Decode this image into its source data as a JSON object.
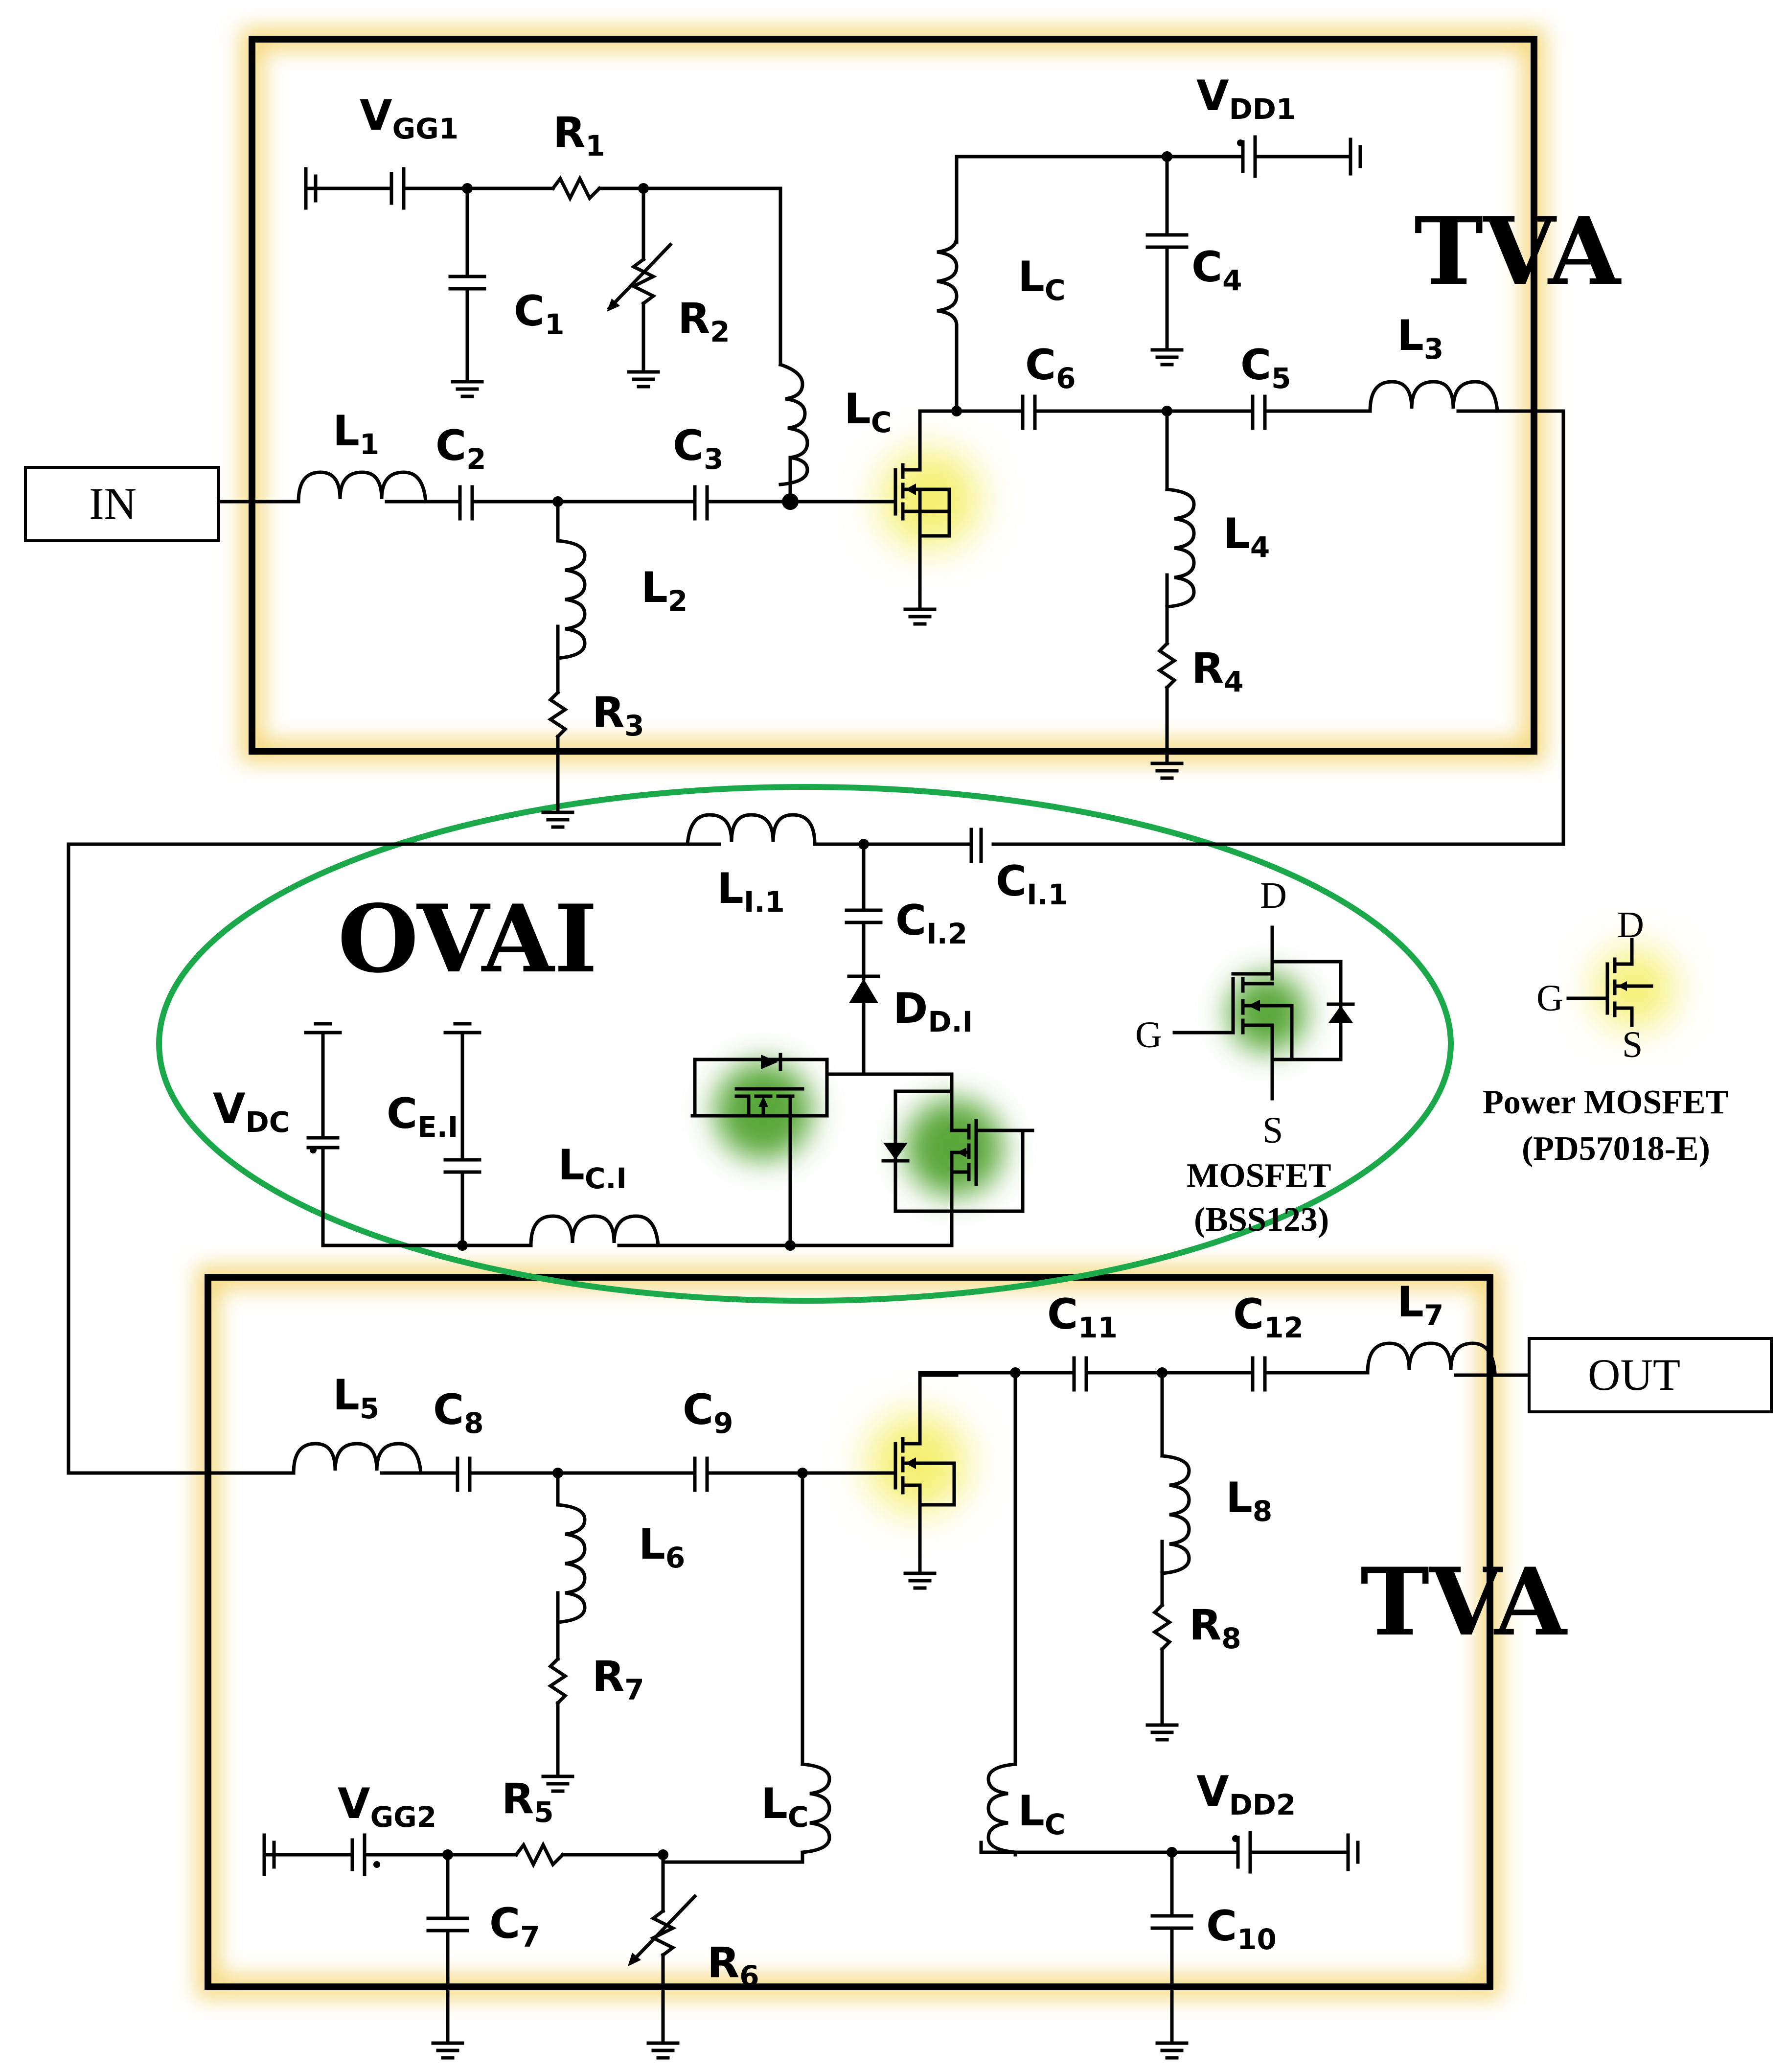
{
  "blocks": {
    "top_title": "TVA",
    "bottom_title": "TVA",
    "interface_title": "OVAI"
  },
  "ports": {
    "input": "IN",
    "output": "OUT"
  },
  "components": {
    "VGG1": {
      "main": "V",
      "sub": "GG1"
    },
    "R1": {
      "main": "R",
      "sub": "1"
    },
    "VDD1": {
      "main": "V",
      "sub": "DD1"
    },
    "C1": {
      "main": "C",
      "sub": "1"
    },
    "R2": {
      "main": "R",
      "sub": "2"
    },
    "LC_a": {
      "main": "L",
      "sub": "C"
    },
    "C4": {
      "main": "C",
      "sub": "4"
    },
    "LC_b": {
      "main": "L",
      "sub": "C"
    },
    "C6": {
      "main": "C",
      "sub": "6"
    },
    "C5": {
      "main": "C",
      "sub": "5"
    },
    "L3": {
      "main": "L",
      "sub": "3"
    },
    "L1": {
      "main": "L",
      "sub": "1"
    },
    "C2": {
      "main": "C",
      "sub": "2"
    },
    "C3": {
      "main": "C",
      "sub": "3"
    },
    "L2": {
      "main": "L",
      "sub": "2"
    },
    "L4": {
      "main": "L",
      "sub": "4"
    },
    "R4": {
      "main": "R",
      "sub": "4"
    },
    "R3": {
      "main": "R",
      "sub": "3"
    },
    "LI1": {
      "main": "L",
      "sub": "I.1"
    },
    "CI1": {
      "main": "C",
      "sub": "I.1"
    },
    "CI2": {
      "main": "C",
      "sub": "I.2"
    },
    "DDI": {
      "main": "D",
      "sub": "D.I"
    },
    "VDC": {
      "main": "V",
      "sub": "DC"
    },
    "CEI": {
      "main": "C",
      "sub": "E.I"
    },
    "LCI": {
      "main": "L",
      "sub": "C.I"
    },
    "C11": {
      "main": "C",
      "sub": "11"
    },
    "C12": {
      "main": "C",
      "sub": "12"
    },
    "L7": {
      "main": "L",
      "sub": "7"
    },
    "L5": {
      "main": "L",
      "sub": "5"
    },
    "C8": {
      "main": "C",
      "sub": "8"
    },
    "C9": {
      "main": "C",
      "sub": "9"
    },
    "L6": {
      "main": "L",
      "sub": "6"
    },
    "L8": {
      "main": "L",
      "sub": "8"
    },
    "R7": {
      "main": "R",
      "sub": "7"
    },
    "R8": {
      "main": "R",
      "sub": "8"
    },
    "VGG2": {
      "main": "V",
      "sub": "GG2"
    },
    "R5": {
      "main": "R",
      "sub": "5"
    },
    "LC_c": {
      "main": "L",
      "sub": "C"
    },
    "LC_d": {
      "main": "L",
      "sub": "C"
    },
    "VDD2": {
      "main": "V",
      "sub": "DD2"
    },
    "C7": {
      "main": "C",
      "sub": "7"
    },
    "C10": {
      "main": "C",
      "sub": "10"
    },
    "R6": {
      "main": "R",
      "sub": "6"
    }
  },
  "legend": {
    "mosfet": {
      "d": "D",
      "g": "G",
      "s": "S",
      "name": "MOSFET",
      "part": "(BSS123)"
    },
    "power_mosfet": {
      "d": "D",
      "g": "G",
      "s": "S",
      "name": "Power MOSFET",
      "part": "(PD57018-E)"
    }
  },
  "colors": {
    "tva_glow": "#f5d87a",
    "ovai_ellipse": "#1aa84a",
    "mosfet_glow_yellow": "#f4f070",
    "mosfet_glow_green": "#5aa83a"
  }
}
